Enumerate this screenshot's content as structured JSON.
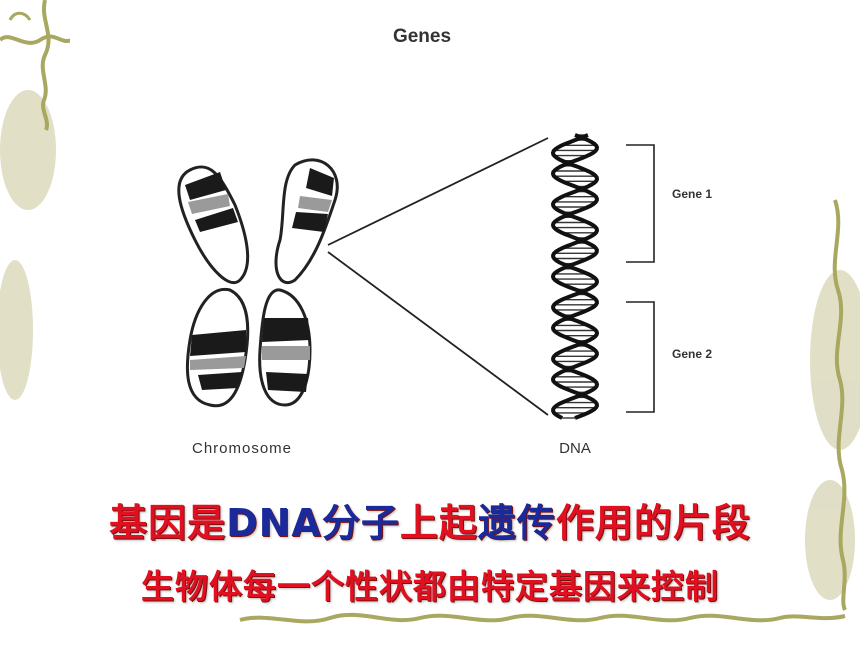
{
  "diagram": {
    "title": "Genes",
    "chromosome_label": "Chromosome",
    "dna_label": "DNA",
    "gene1_label": "Gene 1",
    "gene2_label": "Gene 2"
  },
  "caption": {
    "line1": [
      {
        "text": "基因是",
        "color": "#e01020"
      },
      {
        "text": "DNA",
        "color": "#1a2a9a"
      },
      {
        "text": "分子",
        "color": "#1a2a9a"
      },
      {
        "text": "上",
        "color": "#e01020"
      },
      {
        "text": "起",
        "color": "#e01020"
      },
      {
        "text": "遗传",
        "color": "#1a2a9a"
      },
      {
        "text": "作用的片段",
        "color": "#e01020"
      }
    ],
    "line2": "生物体每一个性状都由特定基因来控制",
    "line2_color": "#e01020"
  },
  "colors": {
    "vine": "#a8a860",
    "leaf": "#c9c79a"
  }
}
